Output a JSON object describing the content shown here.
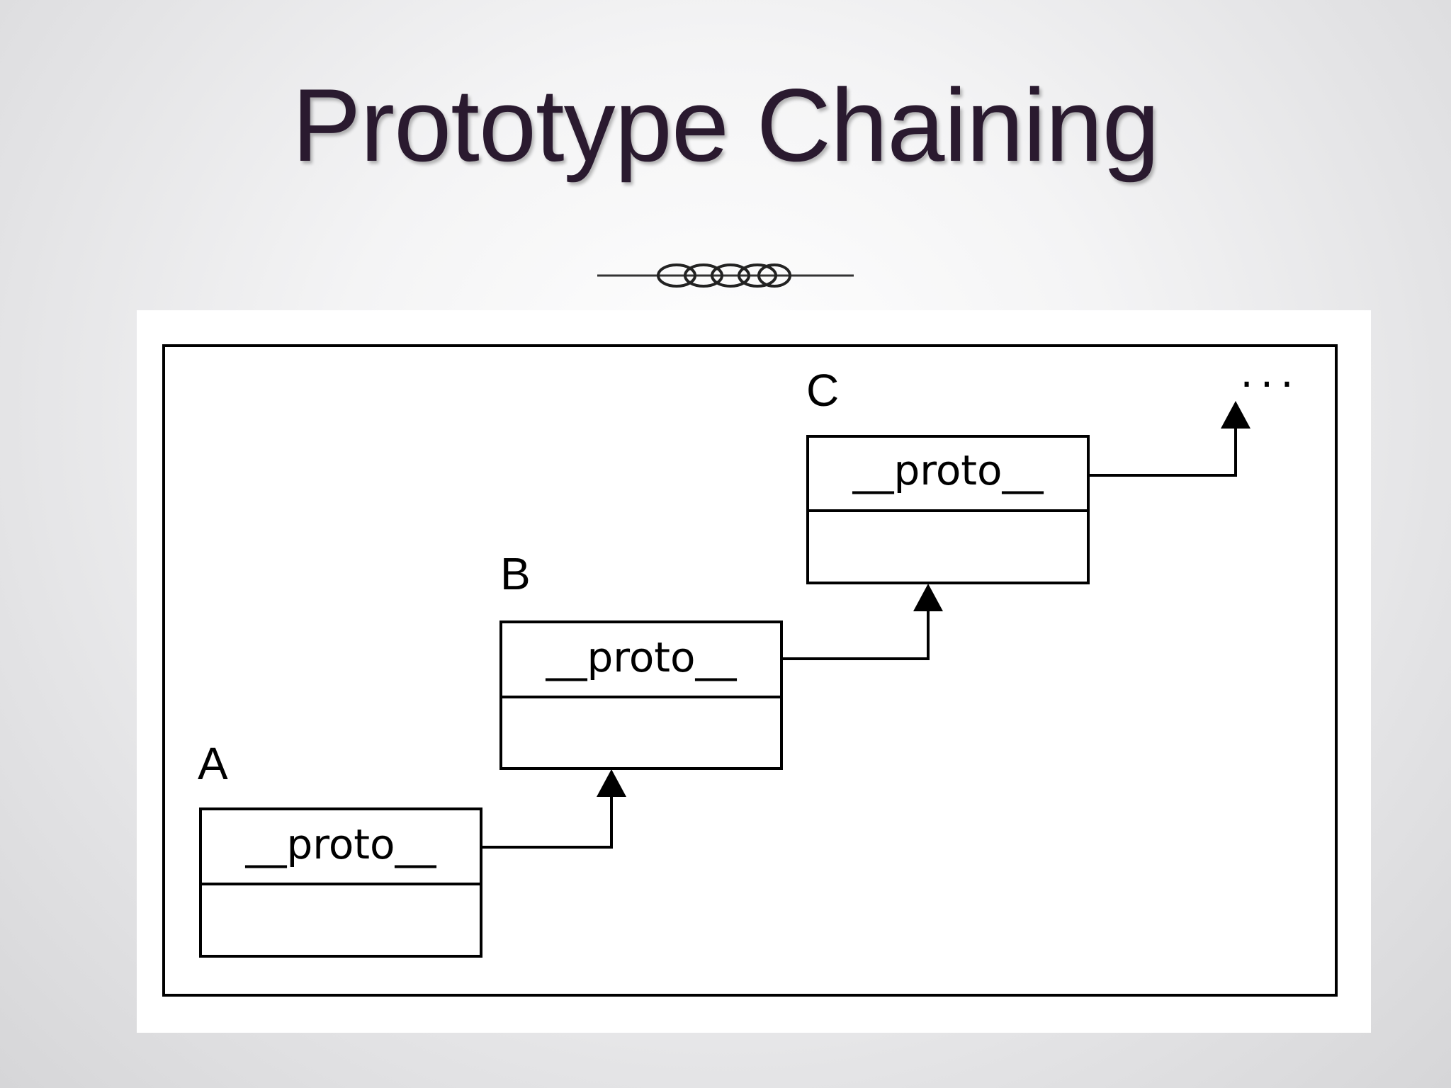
{
  "slide": {
    "title": "Prototype Chaining"
  },
  "diagram": {
    "objects": [
      {
        "label": "A",
        "slot": "__proto__"
      },
      {
        "label": "B",
        "slot": "__proto__"
      },
      {
        "label": "C",
        "slot": "__proto__"
      }
    ],
    "continuation": "...",
    "links": [
      {
        "from": "A",
        "to": "B"
      },
      {
        "from": "B",
        "to": "C"
      },
      {
        "from": "C",
        "to": "..."
      }
    ]
  }
}
